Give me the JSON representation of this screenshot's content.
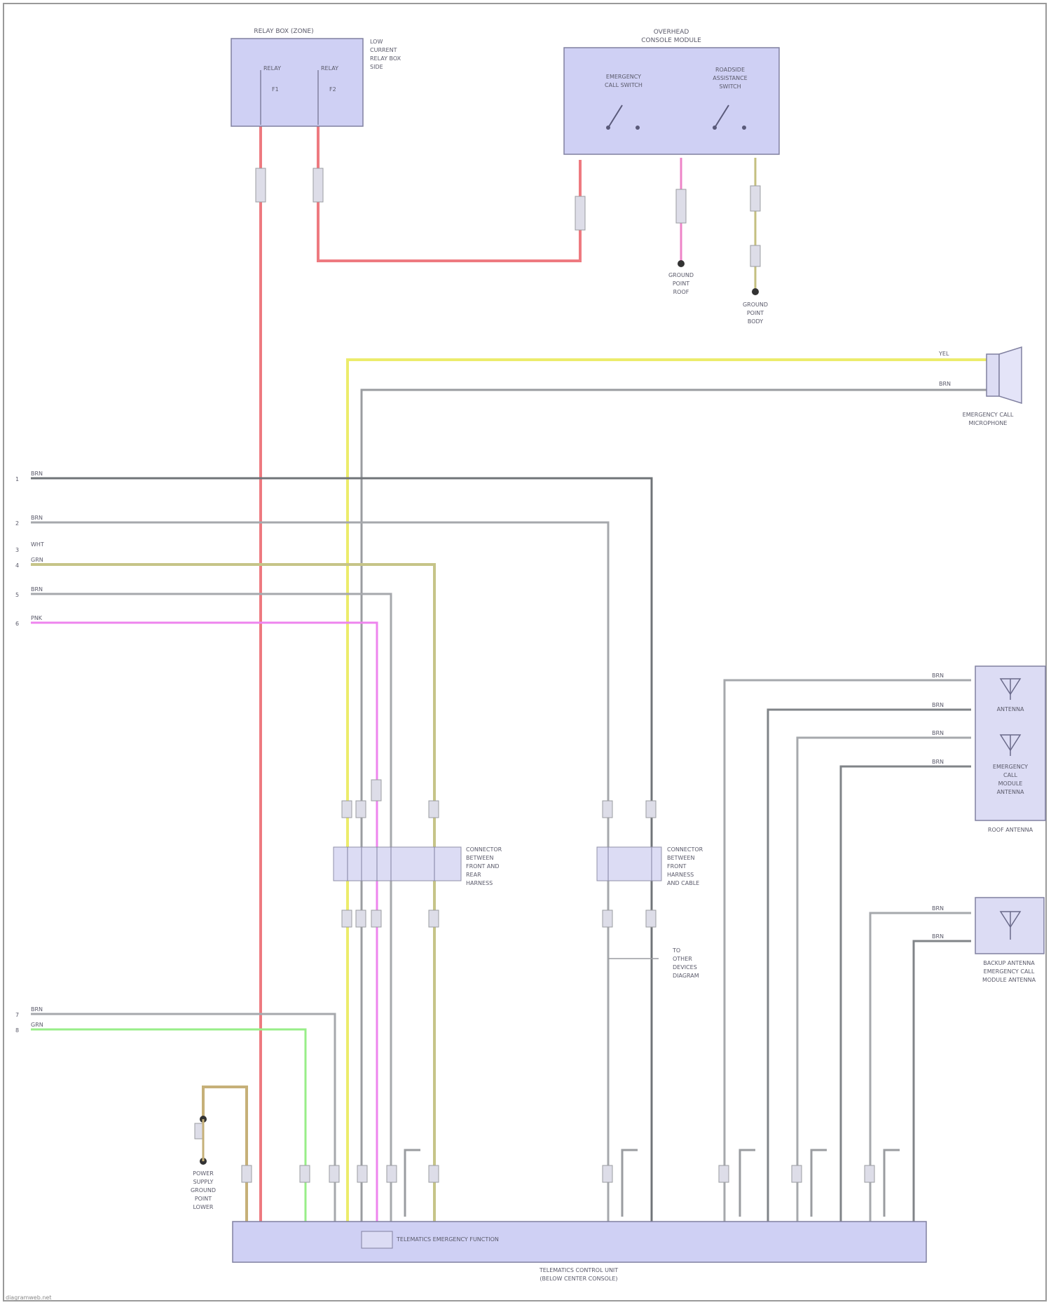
{
  "diagram": {
    "relay_box": {
      "title": "RELAY BOX (ZONE)",
      "side_label": [
        "LOW",
        "CURRENT",
        "RELAY BOX",
        "SIDE"
      ],
      "relays": [
        {
          "label": "RELAY",
          "pin": "F1"
        },
        {
          "label": "RELAY",
          "pin": "F2"
        }
      ]
    },
    "overhead_module": {
      "title": [
        "OVERHEAD",
        "CONSOLE MODULE"
      ],
      "switches": [
        {
          "label": [
            "EMERGENCY",
            "CALL SWITCH"
          ]
        },
        {
          "label": [
            "ROADSIDE",
            "ASSISTANCE",
            "SWITCH"
          ]
        }
      ]
    },
    "grounds": [
      {
        "label": [
          "GROUND",
          "POINT",
          "ROOF"
        ]
      },
      {
        "label": [
          "GROUND",
          "POINT",
          "BODY"
        ]
      }
    ],
    "microphone": {
      "label": [
        "EMERGENCY CALL",
        "MICROPHONE"
      ],
      "wires": [
        "YEL",
        "BRN"
      ]
    },
    "left_wires": [
      {
        "pin": "1",
        "color": "BRN"
      },
      {
        "pin": "2",
        "color": "BRN"
      },
      {
        "pin": "3",
        "color": "WHT"
      },
      {
        "pin": "4",
        "color": "GRN"
      },
      {
        "pin": "5",
        "color": "BRN"
      },
      {
        "pin": "6",
        "color": "PNK"
      },
      {
        "pin": "7",
        "color": "BRN"
      },
      {
        "pin": "8",
        "color": "GRN"
      }
    ],
    "antenna_module": {
      "labels": [
        [
          "ANTENNA"
        ],
        [
          "EMERGENCY",
          "CALL",
          "MODULE",
          "ANTENNA"
        ]
      ],
      "title": "ROOF ANTENNA",
      "wires": [
        "BRN",
        "BRN",
        "BRN",
        "BRN"
      ]
    },
    "backup_antenna": {
      "label": [
        "BACKUP ANTENNA",
        "EMERGENCY CALL",
        "MODULE ANTENNA"
      ],
      "wires": [
        "BRN",
        "BRN"
      ]
    },
    "connector_left": {
      "label": [
        "CONNECTOR",
        "BETWEEN",
        "FRONT AND",
        "REAR",
        "HARNESS"
      ]
    },
    "connector_right": {
      "label": [
        "CONNECTOR",
        "BETWEEN",
        "FRONT",
        "HARNESS",
        "AND CABLE"
      ]
    },
    "note_right": {
      "label": [
        "TO",
        "OTHER",
        "DEVICES",
        "DIAGRAM"
      ]
    },
    "ground_left": {
      "label": [
        "POWER",
        "SUPPLY",
        "GROUND",
        "POINT",
        "LOWER"
      ]
    },
    "bottom_module": {
      "inner_label": "TELEMATICS EMERGENCY FUNCTION",
      "caption": [
        "TELEMATICS CONTROL UNIT",
        "(BELOW CENTER CONSOLE)"
      ]
    },
    "footer": "diagramweb.net"
  }
}
